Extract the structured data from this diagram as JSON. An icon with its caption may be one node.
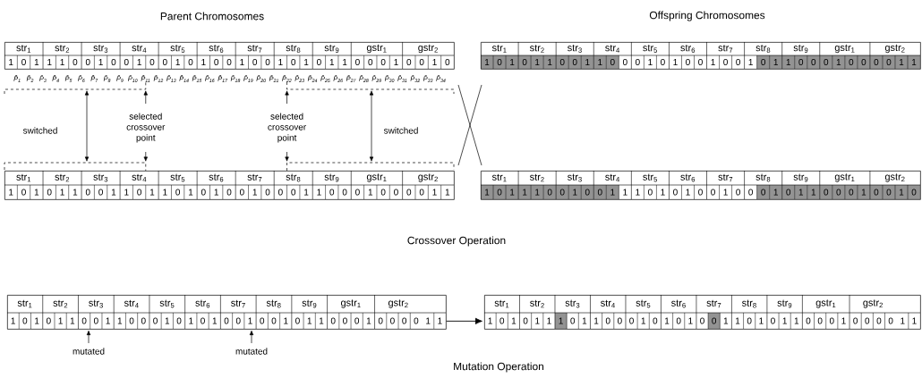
{
  "diagram": {
    "nodes": [
      {
        "text": [
          "str$_{1}$",
          "str$_{2}$",
          "str$_{3}$",
          "str$_{4}$",
          "str$_{5}$",
          "str$_{6}$",
          "str$_{7}$",
          "str$_{8}$",
          "str$_{9}$",
          "gstr$_{1}$",
          "gstr$_{2}$",
          "1",
          "0",
          "1",
          "1",
          "1",
          "0",
          "0",
          "1",
          "0",
          "0",
          "1",
          "0",
          "0",
          "1",
          "0",
          "1",
          "0",
          "0",
          "1",
          "0",
          "0",
          "1",
          "0",
          "1",
          "0",
          "1",
          "1",
          "0",
          "0",
          "0",
          "1",
          "0",
          "0",
          "1",
          "0"
        ]
      },
      {
        "text": [
          "str$_{1}$",
          "str$_{2}$",
          "str$_{3}$",
          "str$_{4}$",
          "str$_{5}$",
          "str$_{6}$",
          "str$_{7}$",
          "str$_{8}$",
          "str$_{9}$",
          "gstr$_{1}$",
          "gstr$_{2}$",
          "1",
          "0",
          "1",
          "0",
          "1",
          "1",
          "0",
          "0",
          "1",
          "1",
          "0",
          "1",
          "1",
          "0",
          "1",
          "0",
          "1",
          "0",
          "0",
          "1",
          "0",
          "0",
          "0",
          "1",
          "1",
          "0",
          "0",
          "0",
          "1",
          "0",
          "0",
          "0",
          "0",
          "1",
          "1"
        ]
      },
      {
        "text": [
          "str$_{1}$",
          "str$_{2}$",
          "str$_{3}$",
          "str$_{4}$",
          "str$_{5}$",
          "str$_{6}$",
          "str$_{7}$",
          "str$_{8}$",
          "str$_{9}$",
          "gstr$_{1}$",
          "gstr$_{2}$",
          "1",
          "0",
          "1",
          "0",
          "1",
          "1",
          "0",
          "0",
          "1",
          "1",
          "0",
          "0",
          "0",
          "1",
          "0",
          "1",
          "0",
          "0",
          "1",
          "0",
          "0",
          "1",
          "0",
          "1",
          "1",
          "0",
          "0",
          "0",
          "1",
          "0",
          "0",
          "0",
          "0",
          "1",
          "1"
        ]
      },
      {
        "text": [
          "str$_{1}$",
          "str$_{2}$",
          "str$_{3}$",
          "str$_{4}$",
          "str$_{5}$",
          "str$_{6}$",
          "str$_{7}$",
          "str$_{8}$",
          "str$_{9}$",
          "gstr$_{1}$",
          "gstr$_{2}$",
          "1",
          "0",
          "1",
          "1",
          "1",
          "0",
          "0",
          "1",
          "0",
          "0",
          "1",
          "1",
          "1",
          "0",
          "1",
          "0",
          "1",
          "0",
          "0",
          "1",
          "0",
          "0",
          "0",
          "1",
          "0",
          "1",
          "1",
          "0",
          "0",
          "0",
          "1",
          "0",
          "0",
          "1",
          "0"
        ]
      },
      {
        "text": [
          "str$_{1}$",
          "str$_{2}$",
          "str$_{3}$",
          "str$_{4}$",
          "str$_{5}$",
          "str$_{6}$",
          "str$_{7}$",
          "str$_{8}$",
          "str$_{9}$",
          "gstr$_{1}$",
          "gstr$_{2}$",
          "1",
          "0",
          "1",
          "0",
          "1",
          "1",
          "0",
          "0",
          "1",
          "1",
          "0",
          "0",
          "0",
          "1",
          "0",
          "1",
          "0",
          "1",
          "0",
          "0",
          "1",
          "0",
          "0",
          "1",
          "0",
          "1",
          "1",
          "0",
          "0",
          "0",
          "1",
          "0",
          "0",
          "0",
          "0",
          "1",
          "1"
        ]
      },
      {
        "text": [
          "str$_{1}$",
          "str$_{2}$",
          "str$_{3}$",
          "str$_{4}$",
          "str$_{5}$",
          "str$_{6}$",
          "str$_{7}$",
          "str$_{8}$",
          "str$_{9}$",
          "gstr$_{1}$",
          "gstr$_{2}$",
          "1",
          "0",
          "1",
          "0",
          "1",
          "1",
          "1",
          "0",
          "1",
          "1",
          "0",
          "0",
          "0",
          "1",
          "0",
          "1",
          "0",
          "1",
          "0",
          "0",
          "1",
          "1",
          "0",
          "1",
          "0",
          "1",
          "1",
          "0",
          "0",
          "0",
          "1",
          "0",
          "0",
          "0",
          "0",
          "1",
          "1"
        ]
      }
    ],
    "edges": [
      {
        "from": 4,
        "to": 5,
        "arrow": "to"
      }
    ],
    "labels": [
      "Parent Chromosomes",
      "Offspring Chromosomes",
      "P̂$_{1}$",
      "P̂$_{2}$",
      "P̂$_{3}$",
      "P̂$_{4}$",
      "P̂$_{5}$",
      "P̂$_{6}$",
      "P̂$_{7}$",
      "P̂$_{8}$",
      "P̂$_{9}$",
      "P̂$_{10}$",
      "P̂$_{11}$",
      "P̂$_{12}$",
      "P̂$_{13}$",
      "P̂$_{14}$",
      "P̂$_{15}$",
      "P̂$_{16}$",
      "P̂$_{17}$",
      "P̂$_{18}$",
      "P̂$_{19}$",
      "P̂$_{20}$",
      "P̂$_{21}$",
      "P̂$_{22}$",
      "P̂$_{23}$",
      "P̂$_{24}$",
      "P̂$_{25}$",
      "P̂$_{26}$",
      "P̂$_{27}$",
      "P̂$_{28}$",
      "P̂$_{29}$",
      "P̂$_{30}$",
      "P̂$_{31}$",
      "P̂$_{32}$",
      "P̂$_{33}$",
      "P̂$_{34}$",
      "switched",
      "selected crossover point",
      "selected crossover point",
      "switched",
      "Crossover Operation",
      "mutated",
      "mutated",
      "Mutation Operation"
    ]
  }
}
